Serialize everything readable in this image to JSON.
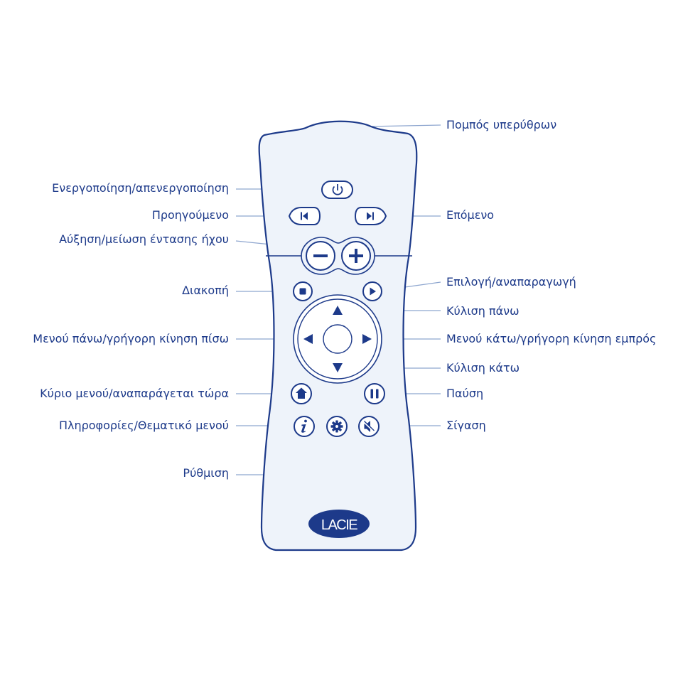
{
  "colors": {
    "ink": "#1d3a8a",
    "leader": "#8ea6cf",
    "remote_fill": "#eef3fa",
    "remote_stroke": "#1d3a8a"
  },
  "brand": {
    "logo_text": "LACIE"
  },
  "labels": {
    "ir_transmitter": "Πομπός υπερύθρων",
    "power": "Ενεργοποίηση/απενεργοποίηση",
    "previous": "Προηγούμενο",
    "next": "Επόμενο",
    "volume": "Αύξηση/μείωση έντασης ήχου",
    "stop": "Διακοπή",
    "select_play": "Επιλογή/αναπαραγωγή",
    "scroll_up": "Κύλιση πάνω",
    "menu_up_rewind": "Μενού πάνω/γρήγορη κίνηση πίσω",
    "menu_down_forward": "Μενού κάτω/γρήγορη κίνηση εμπρός",
    "scroll_down": "Κύλιση κάτω",
    "home_now_playing": "Κύριο μενού/αναπαράγεται τώρα",
    "pause": "Παύση",
    "info_theme": "Πληροφορίες/Θεματικό μενού",
    "mute": "Σίγαση",
    "settings": "Ρύθμιση"
  },
  "icons": {
    "power": "power-icon",
    "previous": "skip-previous-icon",
    "next": "skip-next-icon",
    "minus": "minus-icon",
    "plus": "plus-icon",
    "stop": "stop-icon",
    "play": "play-icon",
    "up": "arrow-up-icon",
    "down": "arrow-down-icon",
    "left": "arrow-left-icon",
    "right": "arrow-right-icon",
    "home": "home-icon",
    "pause": "pause-icon",
    "info": "info-icon",
    "settings": "gear-icon",
    "mute": "mute-icon"
  }
}
